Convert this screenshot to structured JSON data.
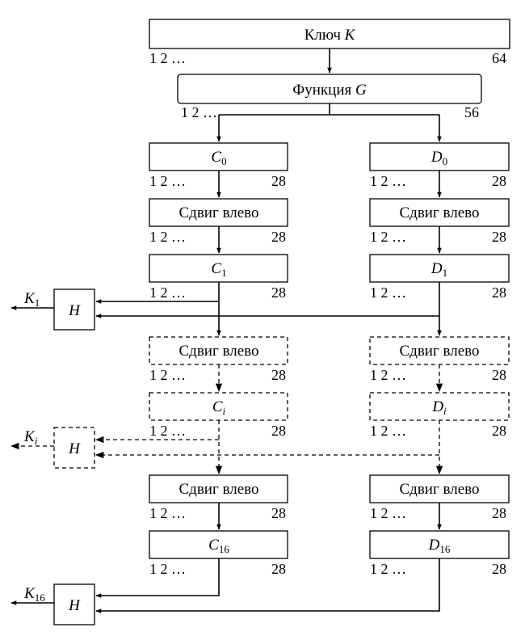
{
  "key_box": {
    "label": "Ключ",
    "var": "K",
    "bit_start": "1 2 …",
    "bit_end": "64"
  },
  "function_box": {
    "label": "Функция",
    "var": "G",
    "bit_start": "1 2 …",
    "bit_end": "56"
  },
  "shift_label": "Сдвиг влево",
  "h_label": "H",
  "bits": {
    "start": "1 2 …",
    "end": "28"
  },
  "c_blocks": [
    {
      "var": "C",
      "sub": "0"
    },
    {
      "var": "C",
      "sub": "1"
    },
    {
      "var": "C",
      "sub": "i"
    },
    {
      "var": "C",
      "sub": "16"
    }
  ],
  "d_blocks": [
    {
      "var": "D",
      "sub": "0"
    },
    {
      "var": "D",
      "sub": "1"
    },
    {
      "var": "D",
      "sub": "i"
    },
    {
      "var": "D",
      "sub": "16"
    }
  ],
  "keys": [
    {
      "var": "K",
      "sub": "1"
    },
    {
      "var": "K",
      "sub": "i"
    },
    {
      "var": "K",
      "sub": "16"
    }
  ]
}
